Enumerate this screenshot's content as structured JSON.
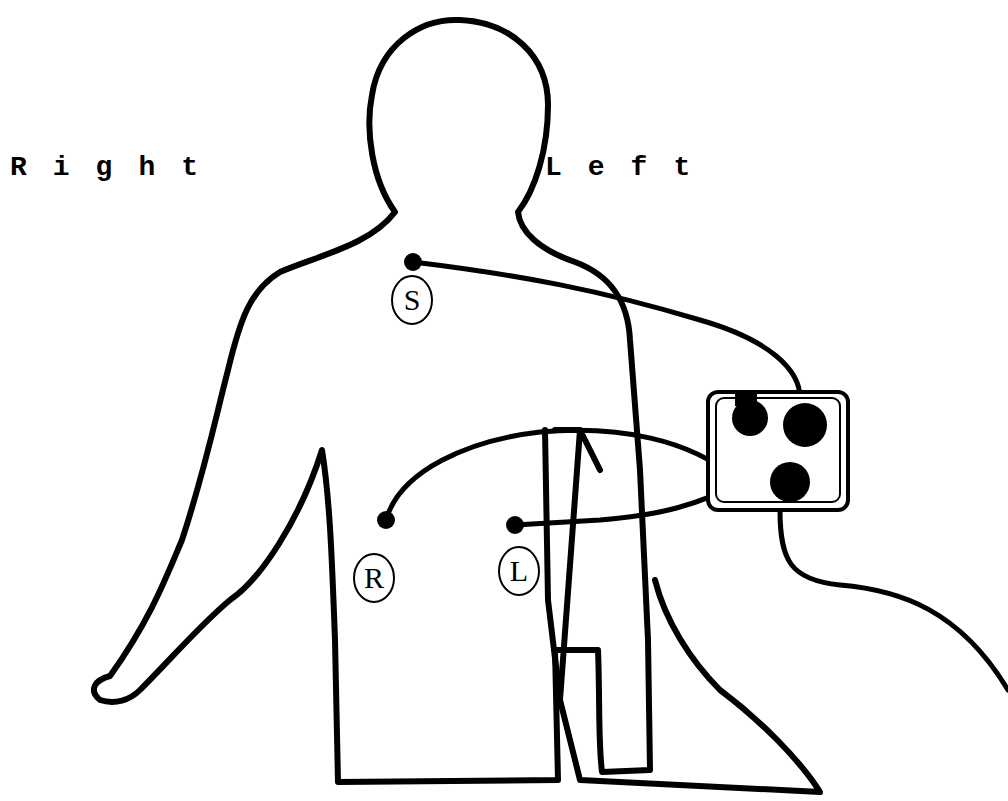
{
  "diagram": {
    "nodes": [
      {
        "text": [
          "S"
        ]
      },
      {
        "text": [
          "R"
        ]
      },
      {
        "text": [
          "L"
        ]
      }
    ],
    "labels": [
      "Right",
      "Left"
    ]
  }
}
